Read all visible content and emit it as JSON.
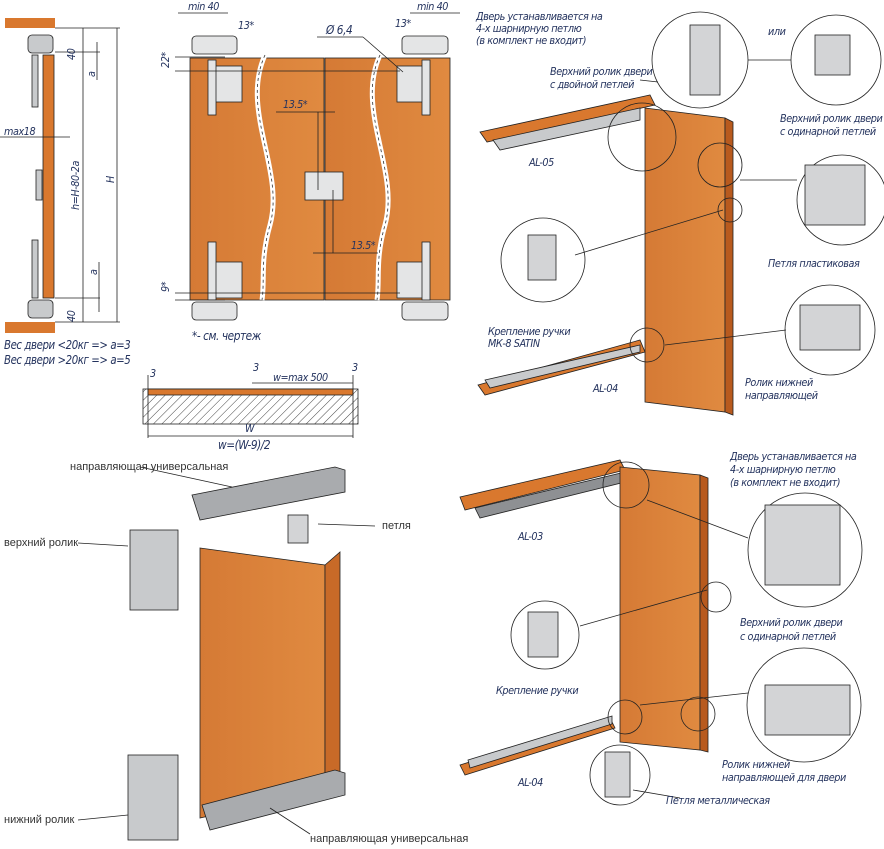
{
  "side_view": {
    "dim_40_top": "40",
    "dim_40_bottom": "40",
    "dim_a_top": "a",
    "dim_a_bottom": "a",
    "dim_max18": "max18",
    "dim_h": "h=H-80-2a",
    "dim_H": "H",
    "weight_note_1": "Вес двери <20кг => a=3",
    "weight_note_2": "Вес двери >20кг => a=5"
  },
  "front_view": {
    "min40_left": "min 40",
    "min40_right": "min 40",
    "dim13_left": "13*",
    "dim13_right": "13*",
    "dim22": "22*",
    "dim_phi": "Ø 6,4",
    "dim135_top": "13.5*",
    "dim135_bottom": "13.5*",
    "dim9": "9*",
    "note": "*- см. чертеж"
  },
  "section": {
    "dim3_left": "3",
    "dim3_mid": "3",
    "dim3_right": "3",
    "w_max": "w=max 500",
    "W": "W",
    "w_formula": "w=(W-9)/2"
  },
  "iso_top": {
    "install_note": [
      "Дверь устанавливается на",
      "4-х шарнирную петлю",
      "(в комплект не входит)"
    ],
    "or_label": "или",
    "top_roller_double": [
      "Верхний ролик двери",
      "с двойной петлей"
    ],
    "top_roller_single": [
      "Верхний ролик двери",
      "с одинарной петлей"
    ],
    "plastic_hinge": "Петля пластиковая",
    "handle_mount": [
      "Крепление ручки",
      "МК-8 SATIN"
    ],
    "bottom_roller": [
      "Ролик нижней",
      "направляющей"
    ],
    "rail_top": "AL-05",
    "rail_bottom": "AL-04"
  },
  "exploded": {
    "guide_top": "направляющая универсальная",
    "top_roller": "верхний ролик",
    "hinge": "петля",
    "bottom_roller": "нижний ролик",
    "guide_bottom": "направляющая универсальная"
  },
  "iso_bottom": {
    "install_note": [
      "Дверь устанавливается на",
      "4-х шарнирную петлю",
      "(в комплект не входит)"
    ],
    "top_roller_single": [
      "Верхний ролик двери",
      "с одинарной петлей"
    ],
    "handle_mount": "Крепление ручки",
    "bottom_roller": [
      "Ролик нижней",
      "направляющей для двери"
    ],
    "metal_hinge": "Петля металлическая",
    "rail_top": "AL-03",
    "rail_bottom": "AL-04"
  },
  "colors": {
    "wood": "#d9782e",
    "wood_dark": "#b85a1e",
    "metal": "#c8cacc",
    "ink": "#24335e"
  }
}
